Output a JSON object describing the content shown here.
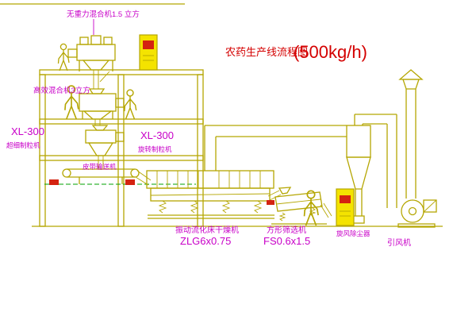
{
  "title": {
    "main": "农药生产线流程图",
    "capacity": "(500kg/h)"
  },
  "labels": {
    "mixer_top": "无重力混合机1.5 立方",
    "mixer_mid": "高效混合机3立方",
    "granulator_left_model": "XL-300",
    "granulator_left_name": "超细制粒机",
    "granulator_mid_model": "XL-300",
    "granulator_mid_name": "旋转制粒机",
    "belt_conveyor": "皮带输送机",
    "dryer_name": "振动流化床干燥机",
    "dryer_model": "ZLG6x0.75",
    "sieve_name": "方形筛选机",
    "sieve_model": "FS0.6x1.5",
    "dust_collector": "旋风除尘器",
    "fan": "引风机"
  },
  "colors": {
    "line": "#b5a602",
    "label_magenta": "#c800c8",
    "title_red": "#d40000",
    "cabinet_yellow": "#f4e300",
    "alert_red": "#d42310",
    "dashed_green": "#00a000"
  }
}
